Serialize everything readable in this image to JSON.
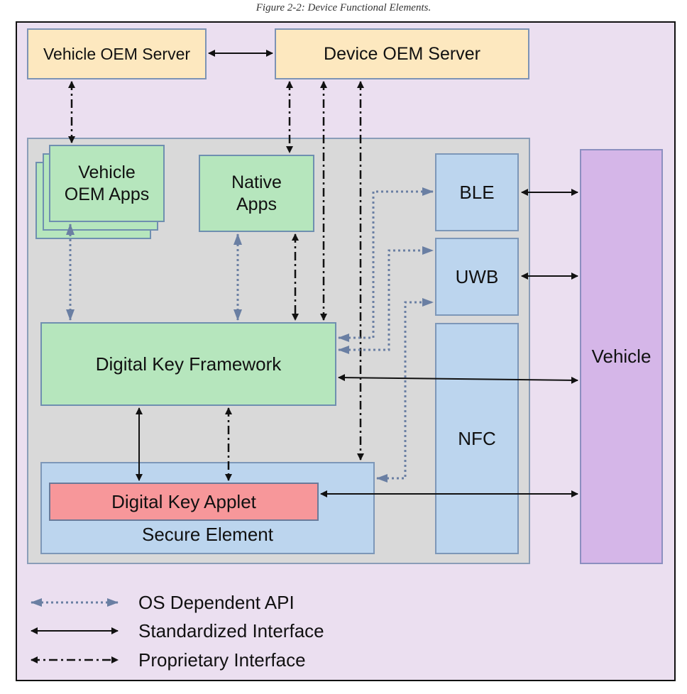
{
  "caption": "Figure 2-2: Device Functional Elements.",
  "boxes": {
    "vehicle_oem_server": "Vehicle OEM Server",
    "device_oem_server": "Device OEM Server",
    "vehicle_oem_apps_line1": "Vehicle",
    "vehicle_oem_apps_line2": "OEM Apps",
    "native_apps_line1": "Native",
    "native_apps_line2": "Apps",
    "ble": "BLE",
    "uwb": "UWB",
    "nfc": "NFC",
    "vehicle": "Vehicle",
    "digital_key_framework": "Digital Key Framework",
    "digital_key_applet": "Digital Key Applet",
    "secure_element": "Secure Element"
  },
  "legend": {
    "os_dependent_api": "OS Dependent API",
    "standardized_interface": "Standardized Interface",
    "proprietary_interface": "Proprietary Interface"
  },
  "colors": {
    "server": "#fde8bf",
    "device": "#d9d9d9",
    "green": "#b6e6bd",
    "blue": "#bcd5ee",
    "purple": "#d5b6e8",
    "red": "#f7979a",
    "os_api_line": "#6a7fa3",
    "interface_line": "#111111"
  }
}
